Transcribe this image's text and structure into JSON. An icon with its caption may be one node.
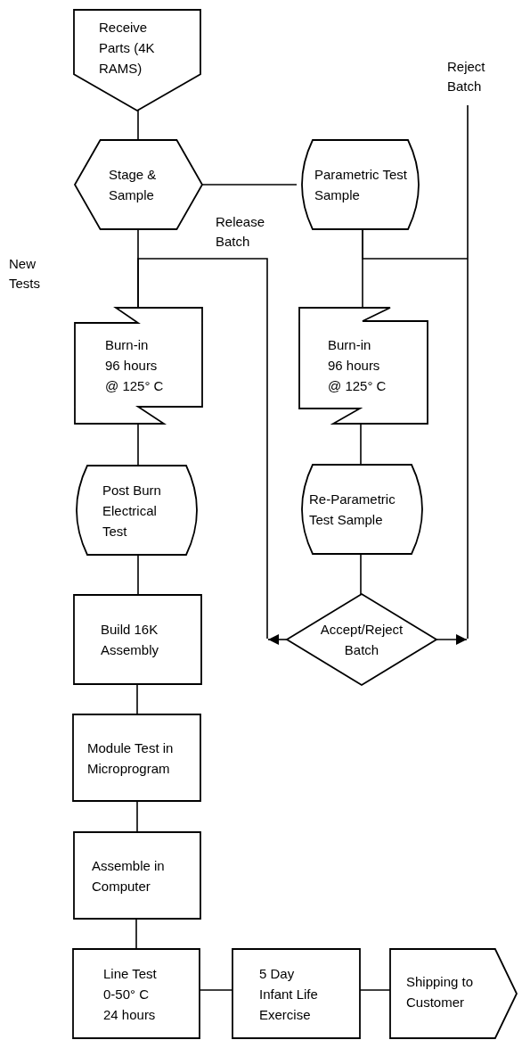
{
  "diagram": {
    "nodes": [
      {
        "text": [
          "Receive Parts (4K RAMS)"
        ]
      },
      {
        "text": [
          "Stage & Sample"
        ]
      },
      {
        "text": [
          "Parametric Test Sample"
        ]
      },
      {
        "text": [
          "Burn-in 96 hours @ 125° C"
        ]
      },
      {
        "text": [
          "Burn-in 96 hours @ 125° C"
        ]
      },
      {
        "text": [
          "Post Burn Electrical Test"
        ]
      },
      {
        "text": [
          "Re-Parametric Test Sample"
        ]
      },
      {
        "text": [
          "Build 16K Assembly"
        ]
      },
      {
        "text": [
          "Accept/Reject Batch"
        ]
      },
      {
        "text": [
          "Module Test in Microprogram"
        ]
      },
      {
        "text": [
          "Assemble in Computer"
        ]
      },
      {
        "text": [
          "Line Test 0-50° C 24 hours"
        ]
      },
      {
        "text": [
          "5 Day Infant Life Exercise"
        ]
      },
      {
        "text": [
          "Shipping to Customer"
        ]
      }
    ],
    "edges": [
      {
        "from": 0,
        "to": 1,
        "arrow": "none"
      },
      {
        "from": 1,
        "to": 2,
        "arrow": "none"
      },
      {
        "from": 1,
        "to": 3,
        "arrow": "none"
      },
      {
        "from": 2,
        "to": 4,
        "arrow": "none"
      },
      {
        "from": 3,
        "to": 5,
        "arrow": "none"
      },
      {
        "from": 4,
        "to": 6,
        "arrow": "none"
      },
      {
        "from": 5,
        "to": 7,
        "arrow": "none"
      },
      {
        "from": 6,
        "to": 8,
        "arrow": "none"
      },
      {
        "from": 7,
        "to": 9,
        "arrow": "none"
      },
      {
        "from": 9,
        "to": 10,
        "arrow": "none"
      },
      {
        "from": 10,
        "to": 11,
        "arrow": "none"
      },
      {
        "from": 11,
        "to": 12,
        "arrow": "none"
      },
      {
        "from": 12,
        "to": 13,
        "arrow": "none"
      },
      {
        "from": 8,
        "to": null,
        "arrow": "to"
      },
      {
        "from": 8,
        "to": null,
        "arrow": "to"
      },
      {
        "from": 2,
        "to": null,
        "arrow": "none"
      },
      {
        "from": null,
        "to": 3,
        "arrow": "none",
        "label": "Release Batch"
      }
    ],
    "labels": [
      "Reject Batch",
      "New Tests"
    ]
  }
}
